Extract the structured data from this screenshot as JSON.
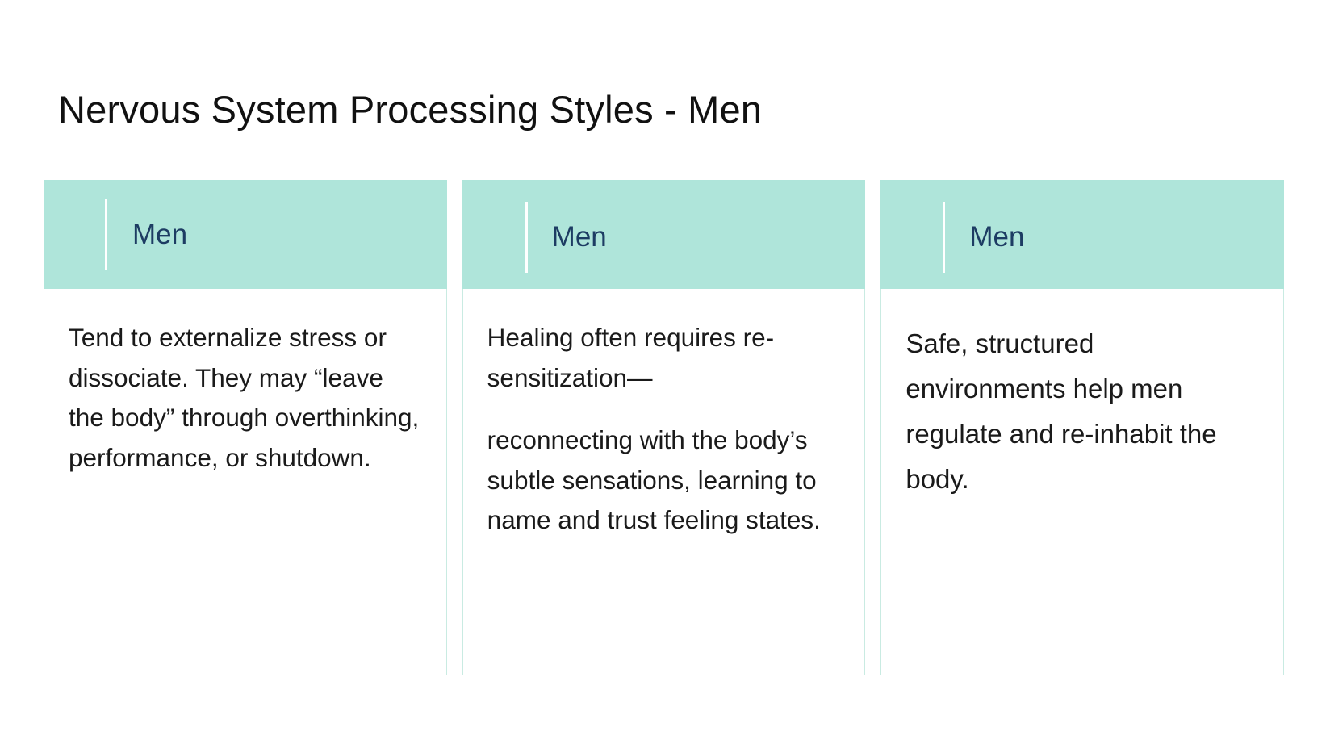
{
  "slide": {
    "title": "Nervous System Processing Styles - Men",
    "background_color": "#FFFFFF",
    "title_color": "#111111"
  },
  "theme": {
    "header_fill": "#AFE5DA",
    "header_text_color": "#1D3C63",
    "card_border_color": "#C9EBE2",
    "accent_rule_color": "#FFFFFF",
    "body_text_color": "#1A1A1A"
  },
  "cards": [
    {
      "header_label": "Men",
      "paragraphs": [
        "Tend to externalize stress or dissociate. They may “leave the body” through overthinking, performance, or shutdown."
      ]
    },
    {
      "header_label": "Men",
      "paragraphs": [
        "Healing often requires re-sensitization—",
        "reconnecting with the body’s subtle sensations, learning to name and trust feeling states."
      ]
    },
    {
      "header_label": "Men",
      "paragraphs": [
        "Safe, structured environments help men regulate and re-inhabit the body."
      ]
    }
  ]
}
